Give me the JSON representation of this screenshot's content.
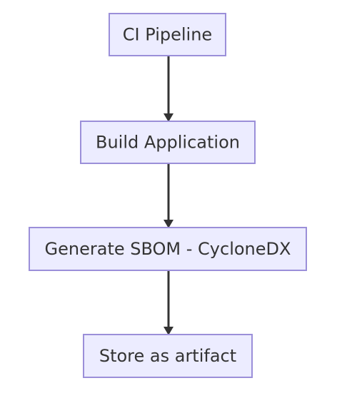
{
  "diagram": {
    "type": "flowchart",
    "direction": "top-down",
    "colors": {
      "node_fill": "#ececff",
      "node_border": "#9b8fd9",
      "text": "#333333",
      "edge": "#333333"
    },
    "nodes": [
      {
        "id": "ci",
        "label": "CI Pipeline"
      },
      {
        "id": "build",
        "label": "Build Application"
      },
      {
        "id": "sbom",
        "label": "Generate SBOM - CycloneDX"
      },
      {
        "id": "store",
        "label": "Store as artifact"
      }
    ],
    "edges": [
      {
        "from": "ci",
        "to": "build"
      },
      {
        "from": "build",
        "to": "sbom"
      },
      {
        "from": "sbom",
        "to": "store"
      }
    ]
  }
}
